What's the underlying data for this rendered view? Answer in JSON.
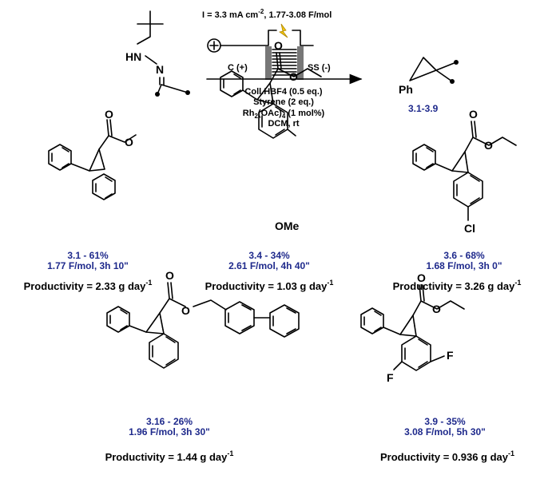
{
  "conditions": {
    "current_prefix": "I =  3.3 mA cm",
    "current_exp": "-2",
    "current_suffix": ", 1.77-3.08 F/mol",
    "anode": "C (+)",
    "cathode": "SS (-)",
    "additive": "Coll.HBF4 (0.5 eq.)",
    "alkene": "Styrene (2 eq.)",
    "catalyst_a": "Rh",
    "catalyst_a_sub": "2",
    "catalyst_b": "(OAc)",
    "catalyst_b_sub": "4",
    "catalyst_c": " (1 mol%)",
    "solvent": "DCM, rt"
  },
  "reactant": {
    "nh_label": "HN",
    "n_label": "N"
  },
  "product_general": {
    "ph_label": "Ph",
    "range_label": "3.1-3.9"
  },
  "colors": {
    "compound_label": "#1f2a8c",
    "text": "#000000"
  },
  "compounds": [
    {
      "id": "3.1",
      "line1": "3.1 - 61%",
      "line2": "1.77 F/mol, 3h 10\"",
      "productivity": "Productivity = 2.33 g day",
      "exp": "-1"
    },
    {
      "id": "3.4",
      "line1": "3.4 - 34%",
      "line2": "2.61 F/mol, 4h 40\"",
      "productivity": "Productivity = 1.03 g day",
      "exp": "-1",
      "substituent": "OMe"
    },
    {
      "id": "3.6",
      "line1": "3.6 - 68%",
      "line2": "1.68 F/mol, 3h 0\"",
      "productivity": "Productivity = 3.26 g day",
      "exp": "-1",
      "substituent": "Cl"
    },
    {
      "id": "3.16",
      "line1": "3.16 - 26%",
      "line2": "1.96 F/mol, 3h 30\"",
      "productivity": "Productivity =  1.44 g day",
      "exp": "-1"
    },
    {
      "id": "3.9",
      "line1": "3.9 - 35%",
      "line2": "3.08 F/mol, 5h 30\"",
      "productivity": "Productivity = 0.936 g day",
      "exp": "-1",
      "substituent_a": "F",
      "substituent_b": "F"
    }
  ],
  "atoms": {
    "o": "O"
  }
}
